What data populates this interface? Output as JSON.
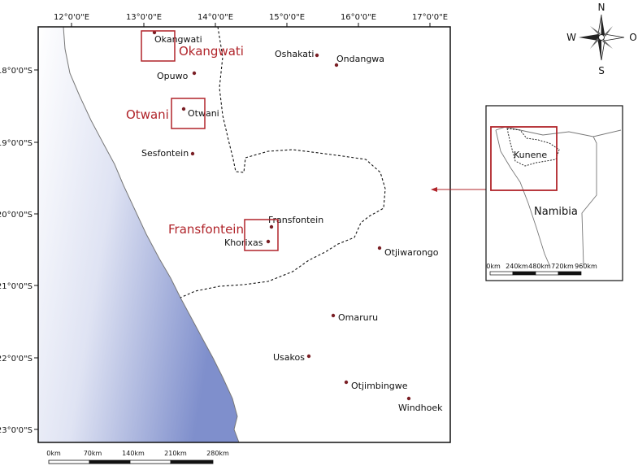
{
  "map": {
    "lon_ticks": [
      "12°0'0\"E",
      "13°0'0\"E",
      "14°0'0\"E",
      "15°0'0\"E",
      "16°0'0\"E",
      "17°0'0\"E"
    ],
    "lat_ticks": [
      "18°0'0\"S",
      "19°0'0\"S",
      "20°0'0\"S",
      "21°0'0\"S",
      "22°0'0\"S",
      "23°0'0\"S"
    ],
    "towns": [
      {
        "name": "Okangwati"
      },
      {
        "name": "Oshakati"
      },
      {
        "name": "Ondangwa"
      },
      {
        "name": "Opuwo"
      },
      {
        "name": "Otwani"
      },
      {
        "name": "Sesfontein"
      },
      {
        "name": "Fransfontein"
      },
      {
        "name": "Khorixas"
      },
      {
        "name": "Otjiwarongo"
      },
      {
        "name": "Omaruru"
      },
      {
        "name": "Usakos"
      },
      {
        "name": "Otjimbingwe"
      },
      {
        "name": "Windhoek"
      }
    ],
    "study_sites": [
      "Okangwati",
      "Otwani",
      "Fransfontein"
    ],
    "scale_labels": [
      "0km",
      "70km",
      "140km",
      "210km",
      "280km"
    ],
    "colors": {
      "site": "#b0242a",
      "town_dot": "#7a1f25",
      "ocean_deep": "#7f8fcc",
      "ocean_light": "#ffffff"
    }
  },
  "compass": {
    "n": "N",
    "s": "S",
    "w": "W",
    "e": "O"
  },
  "inset": {
    "country": "Namibia",
    "region": "Kunene",
    "scale_labels": [
      "0km",
      "240km",
      "480km",
      "720km",
      "960km"
    ]
  }
}
